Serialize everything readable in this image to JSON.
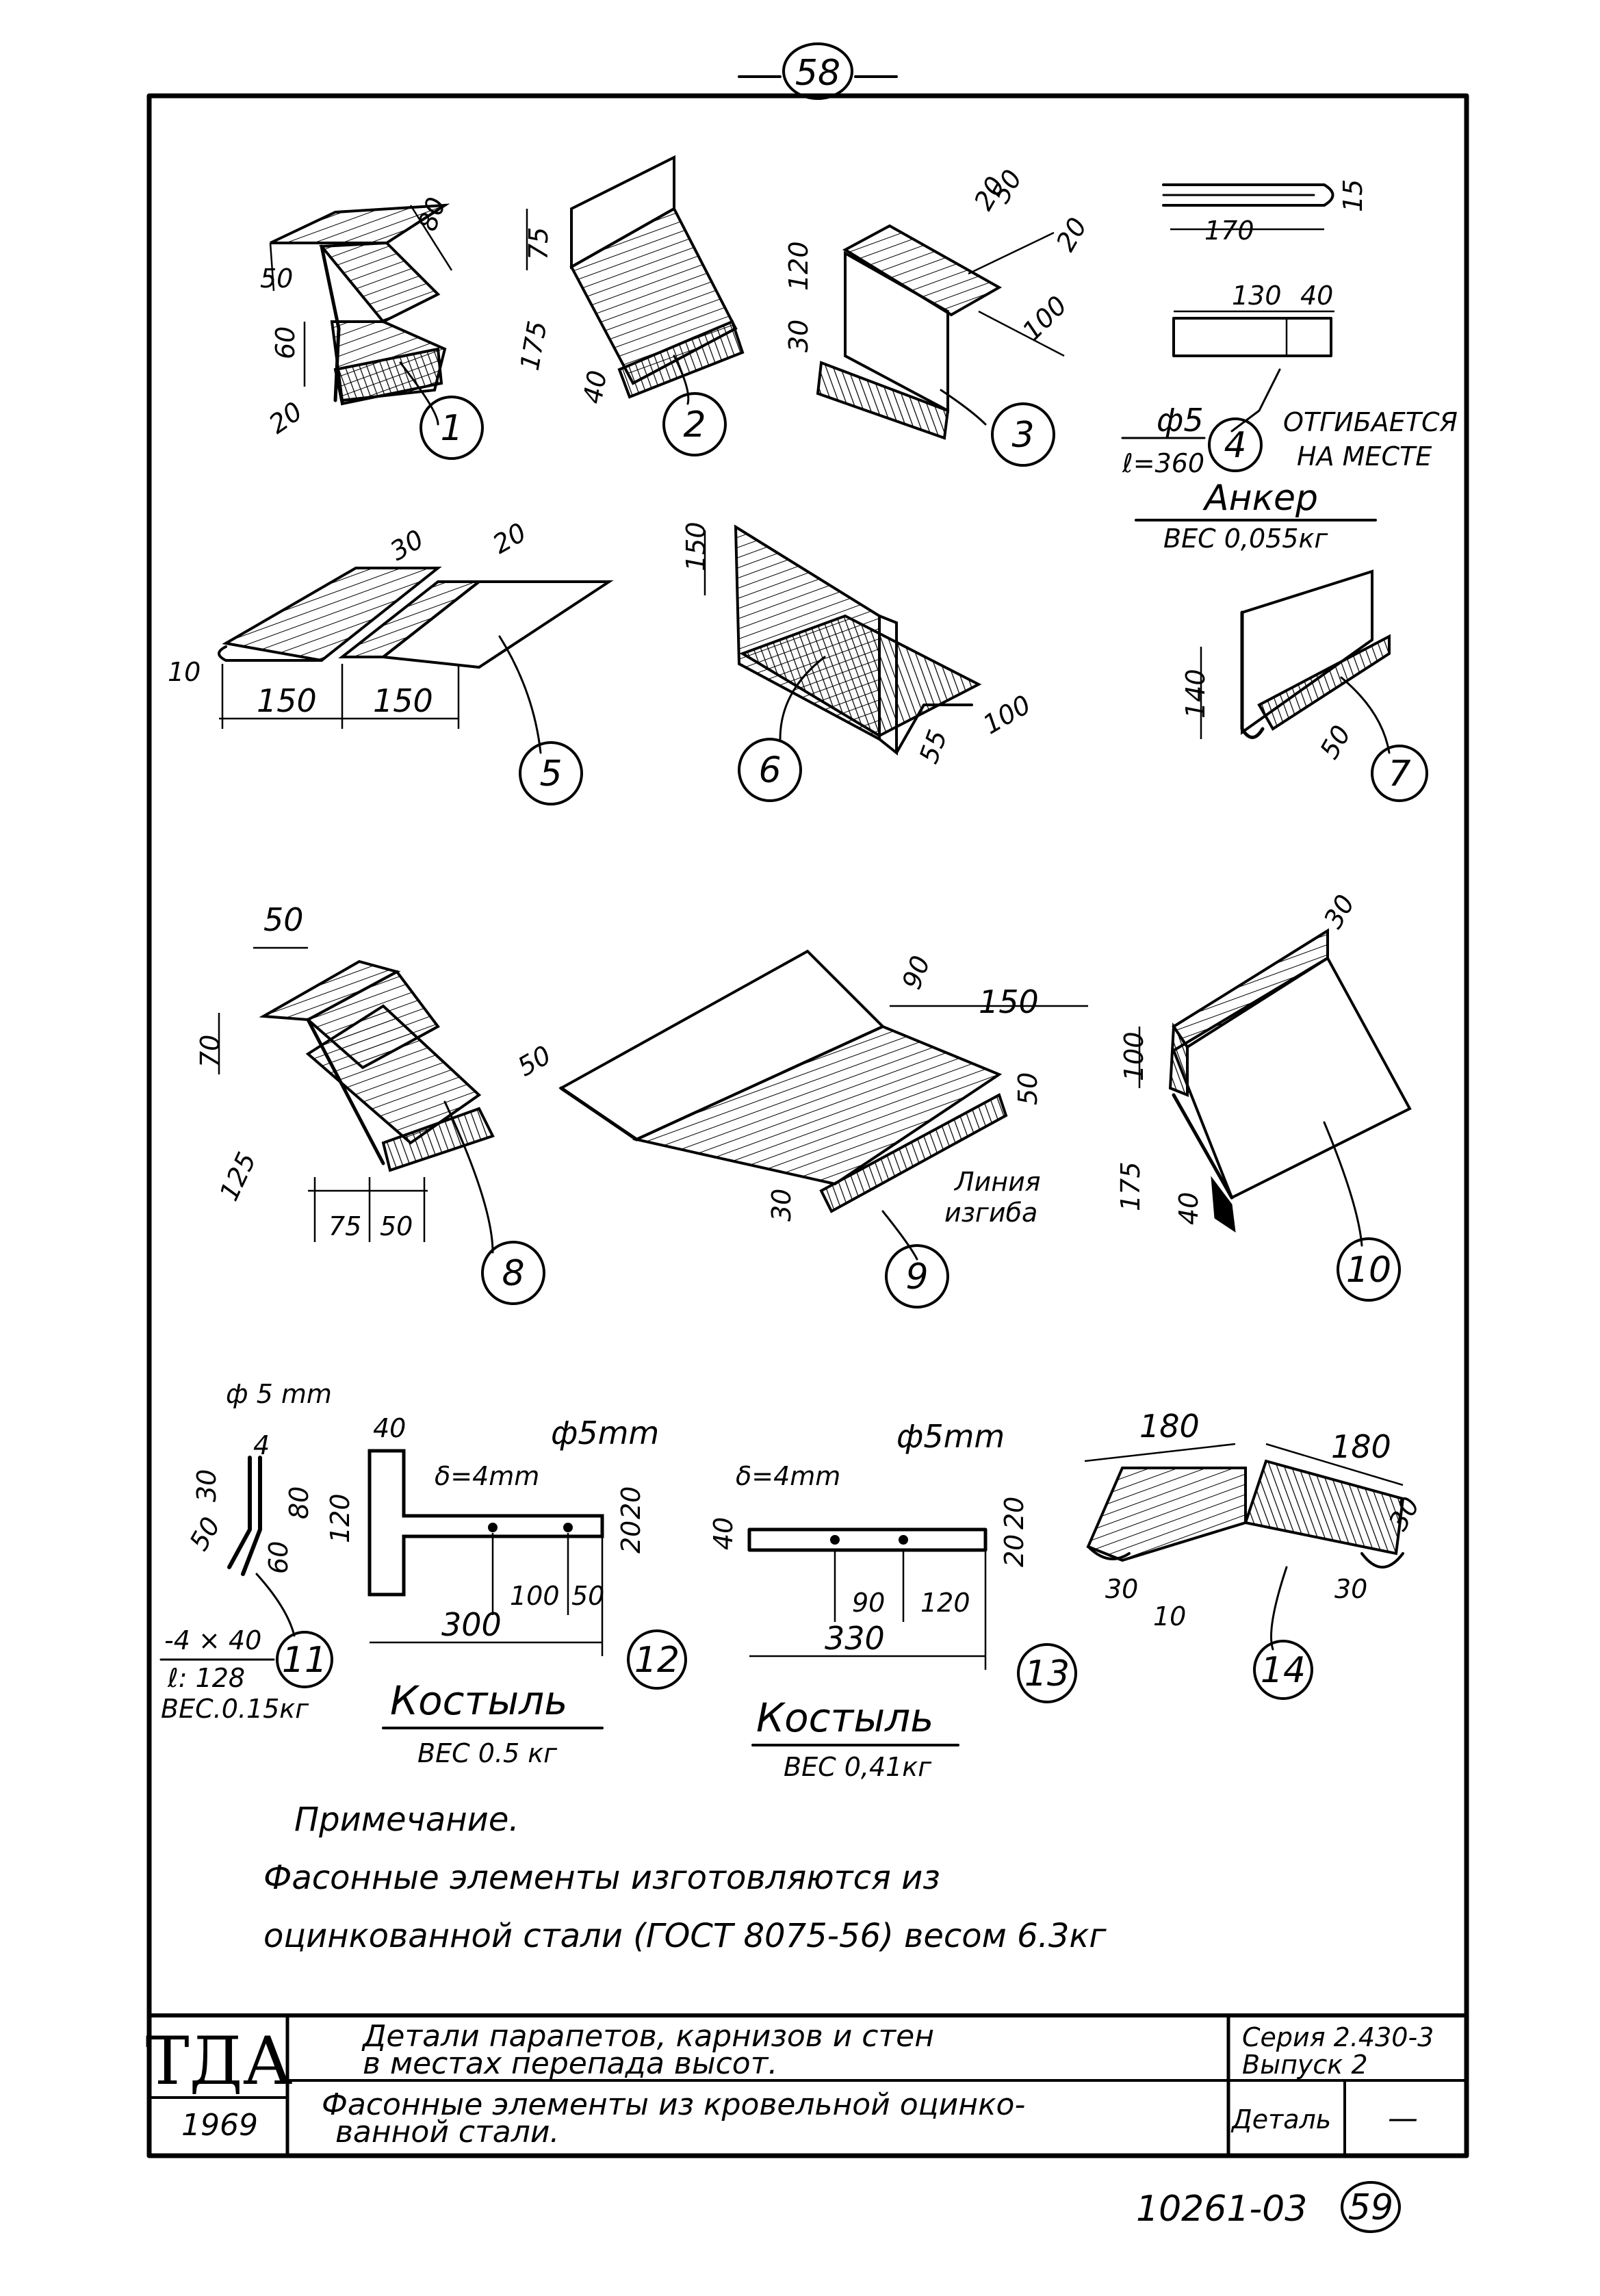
{
  "sheet": {
    "top_page_number": "58",
    "bottom_code": "10261-03",
    "bottom_page_number": "59"
  },
  "details": [
    {
      "id": "1",
      "number": "1",
      "dims": [
        "50",
        "80",
        "60",
        "20"
      ]
    },
    {
      "id": "2",
      "number": "2",
      "dims": [
        "75",
        "175",
        "40"
      ]
    },
    {
      "id": "3",
      "number": "3",
      "dims": [
        "120",
        "30",
        "20",
        "50",
        "20",
        "100"
      ]
    },
    {
      "id": "4",
      "number": "4",
      "dims": [
        "170",
        "15",
        "130",
        "40"
      ],
      "labels": {
        "rod": "ф5",
        "length": "ℓ=360",
        "bent": "ОТГИБАЕТСЯ",
        "bent2": "НА МЕСТЕ",
        "name": "Анкер",
        "weight": "ВЕС 0,055кг"
      }
    },
    {
      "id": "5",
      "number": "5",
      "dims": [
        "30",
        "20",
        "10",
        "150",
        "150"
      ]
    },
    {
      "id": "6",
      "number": "6",
      "dims": [
        "150",
        "100",
        "55"
      ]
    },
    {
      "id": "7",
      "number": "7",
      "dims": [
        "140",
        "50"
      ]
    },
    {
      "id": "8",
      "number": "8",
      "dims": [
        "50",
        "70",
        "125",
        "75",
        "50"
      ]
    },
    {
      "id": "9",
      "number": "9",
      "dims": [
        "50",
        "90",
        "150",
        "50",
        "30"
      ],
      "labels": {
        "bend": "Линия",
        "bend2": "изгиба"
      }
    },
    {
      "id": "10",
      "number": "10",
      "dims": [
        "30",
        "100",
        "175",
        "40"
      ]
    },
    {
      "id": "11",
      "number": "11",
      "dims": [
        "ф 5 mm",
        "4",
        "30",
        "80",
        "50",
        "60"
      ],
      "labels": {
        "section": "-4 × 40",
        "length": "ℓ: 128",
        "weight": "ВЕС.0.15кг"
      }
    },
    {
      "id": "12",
      "number": "12",
      "dims": [
        "40",
        "ф5mm",
        "δ=4mm",
        "120",
        "20",
        "20",
        "100",
        "50",
        "300"
      ],
      "labels": {
        "name": "Костыль",
        "weight": "ВЕС 0.5 кг"
      }
    },
    {
      "id": "13",
      "number": "13",
      "dims": [
        "δ=4mm",
        "ф5mm",
        "40",
        "20",
        "20",
        "90",
        "120",
        "330"
      ],
      "labels": {
        "name": "Костыль",
        "weight": "ВЕС 0,41кг"
      }
    },
    {
      "id": "14",
      "number": "14",
      "dims": [
        "180",
        "180",
        "30",
        "30",
        "10",
        "30"
      ]
    }
  ],
  "note": {
    "title": "Примечание.",
    "line1": "Фасонные элементы изготовляются из",
    "line2": "оцинкованной стали (ГОСТ 8075-56) весом 6.3кг"
  },
  "title_block": {
    "logo": "ТДА",
    "year": "1969",
    "title_line1": "Детали парапетов, карнизов и стен",
    "title_line2": "в местах перепада высот.",
    "subtitle_line1": "Фасонные элементы из кровельной оцинко-",
    "subtitle_line2": "ванной стали.",
    "series": "Серия 2.430-3",
    "issue": "Выпуск 2",
    "detail_label": "Деталь",
    "detail_value": "—"
  }
}
